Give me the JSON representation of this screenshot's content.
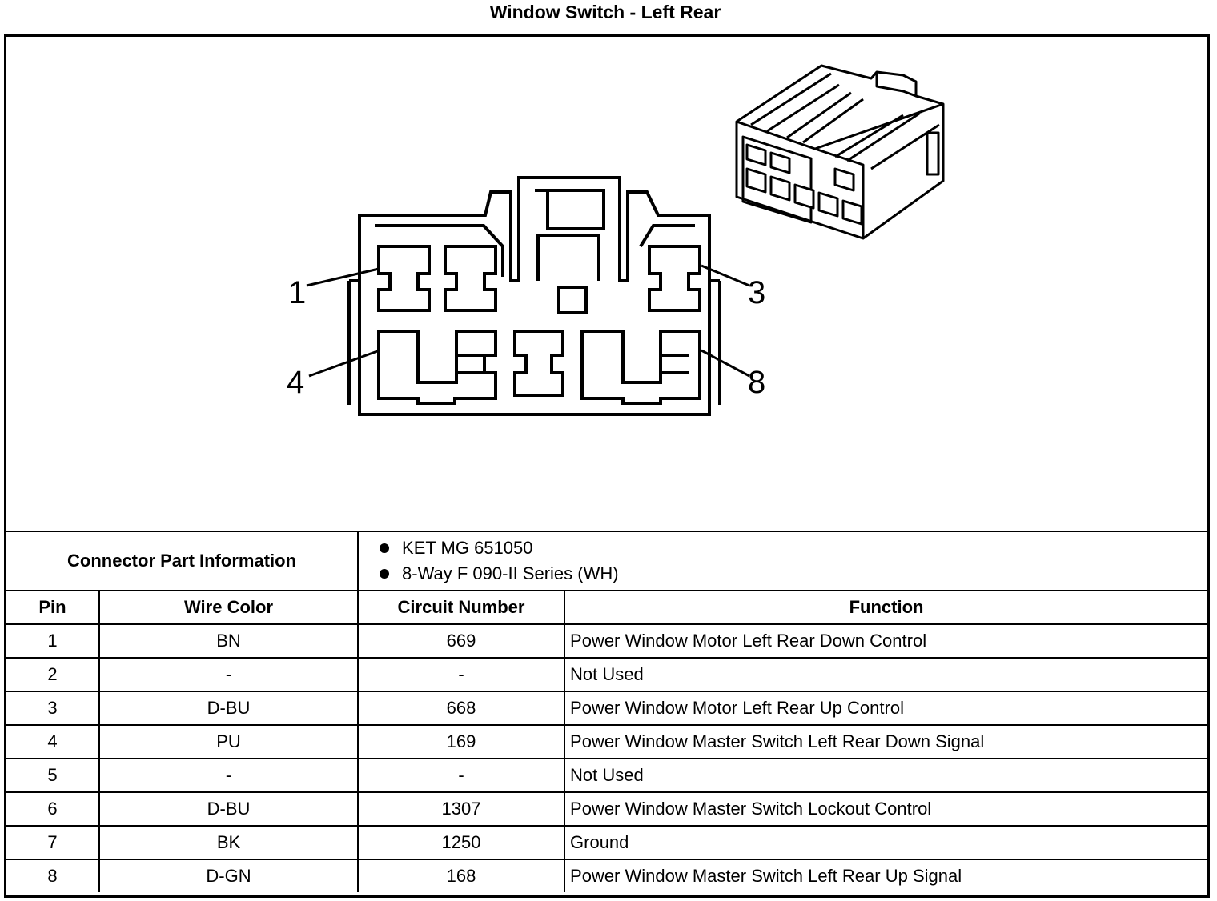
{
  "title": "Window Switch - Left Rear",
  "diagram": {
    "callouts": [
      "1",
      "3",
      "4",
      "8"
    ]
  },
  "connector_info": {
    "label": "Connector Part Information",
    "items": [
      "KET MG 651050",
      "8-Way F 090-II Series (WH)"
    ]
  },
  "table": {
    "headers": [
      "Pin",
      "Wire Color",
      "Circuit Number",
      "Function"
    ],
    "rows": [
      {
        "pin": "1",
        "wire": "BN",
        "circuit": "669",
        "function": "Power Window Motor Left Rear Down Control"
      },
      {
        "pin": "2",
        "wire": "-",
        "circuit": "-",
        "function": "Not Used"
      },
      {
        "pin": "3",
        "wire": "D-BU",
        "circuit": "668",
        "function": "Power Window Motor Left Rear Up Control"
      },
      {
        "pin": "4",
        "wire": "PU",
        "circuit": "169",
        "function": "Power Window Master Switch Left Rear Down Signal"
      },
      {
        "pin": "5",
        "wire": "-",
        "circuit": "-",
        "function": "Not Used"
      },
      {
        "pin": "6",
        "wire": "D-BU",
        "circuit": "1307",
        "function": "Power Window Master Switch Lockout Control"
      },
      {
        "pin": "7",
        "wire": "BK",
        "circuit": "1250",
        "function": "Ground"
      },
      {
        "pin": "8",
        "wire": "D-GN",
        "circuit": "168",
        "function": "Power Window Master Switch Left Rear Up Signal"
      }
    ]
  }
}
